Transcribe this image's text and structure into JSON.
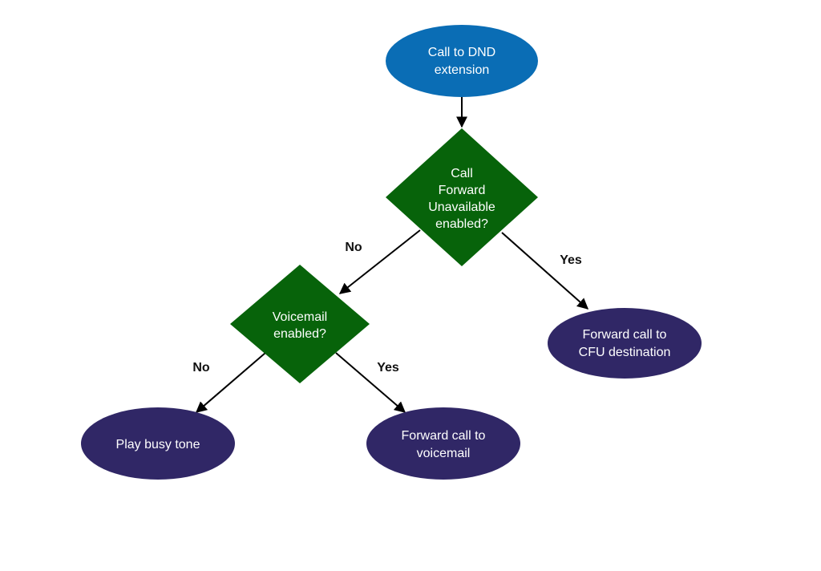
{
  "colors": {
    "start": "#0a6db5",
    "decision": "#07630a",
    "outcome": "#302766",
    "edge": "#000000",
    "text": "#ffffff"
  },
  "nodes": {
    "start": {
      "line1": "Call to DND",
      "line2": "extension"
    },
    "cfu_decision": {
      "line1": "Call",
      "line2": "Forward",
      "line3": "Unavailable",
      "line4": "enabled?"
    },
    "voicemail_decision": {
      "line1": "Voicemail",
      "line2": "enabled?"
    },
    "forward_cfu": {
      "line1": "Forward call to",
      "line2": "CFU destination"
    },
    "busy_tone": {
      "line1": "Play busy tone"
    },
    "forward_voicemail": {
      "line1": "Forward call to",
      "line2": "voicemail"
    }
  },
  "edges": {
    "cfu_no": "No",
    "cfu_yes": "Yes",
    "vm_no": "No",
    "vm_yes": "Yes"
  }
}
